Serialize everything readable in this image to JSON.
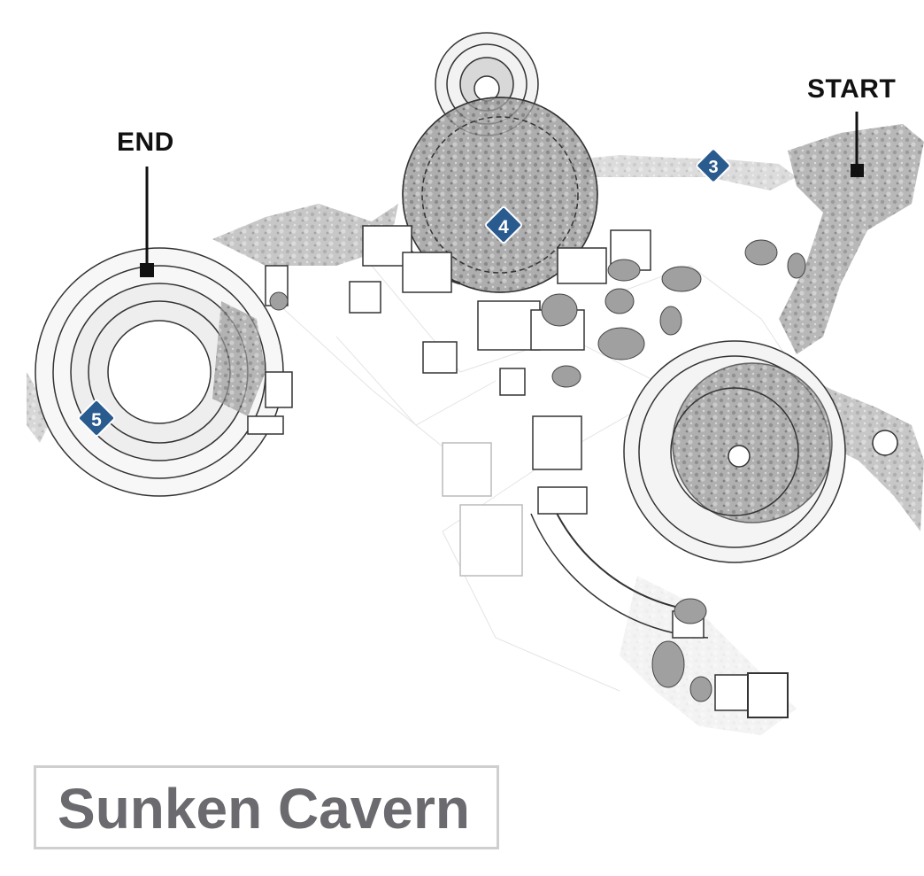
{
  "map": {
    "start_label": "START",
    "end_label": "END",
    "waypoints": [
      {
        "number": "3"
      },
      {
        "number": "4"
      },
      {
        "number": "5"
      }
    ],
    "marker_color": "#2a5b8f",
    "line_color": "#111111"
  },
  "title": "Sunken Cavern"
}
